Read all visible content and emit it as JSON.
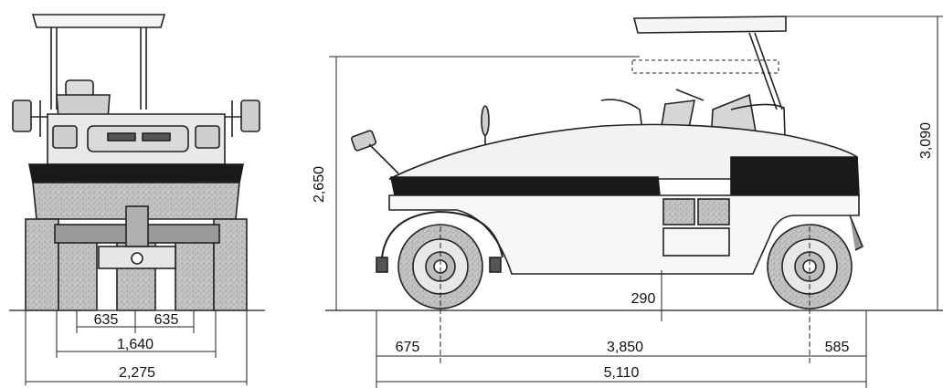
{
  "front_view": {
    "dimensions": {
      "wheel_spacing_left": "635",
      "wheel_spacing_right": "635",
      "inner_width": "1,640",
      "overall_width": "2,275"
    }
  },
  "side_view": {
    "dimensions": {
      "overall_height": "2,650",
      "canopy_height": "3,090",
      "ground_clearance": "290",
      "front_overhang": "675",
      "wheelbase": "3,850",
      "rear_overhang": "585",
      "overall_length": "5,110"
    }
  },
  "colors": {
    "line": "#222222",
    "body_dark": "#1a1a1a",
    "tire_fill": "#b9b9b9",
    "ground": "#444444"
  }
}
